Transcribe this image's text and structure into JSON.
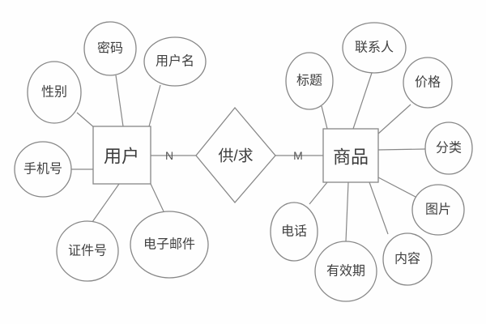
{
  "diagram": {
    "type": "er-diagram",
    "colors": {
      "background": "#fefefe",
      "line": "#878787",
      "text": "#404040"
    },
    "entities": {
      "user": {
        "label": "用户"
      },
      "product": {
        "label": "商品"
      }
    },
    "relationship": {
      "label": "供/求",
      "user_cardinality": "N",
      "product_cardinality": "M"
    },
    "user_attributes": {
      "gender": "性别",
      "password": "密码",
      "username": "用户名",
      "mobile_number": "手机号",
      "id_number": "证件号",
      "email": "电子邮件"
    },
    "product_attributes": {
      "title": "标题",
      "contact_person": "联系人",
      "price": "价格",
      "category": "分类",
      "image": "图片",
      "content": "内容",
      "validity_period": "有效期",
      "telephone": "电话"
    }
  }
}
